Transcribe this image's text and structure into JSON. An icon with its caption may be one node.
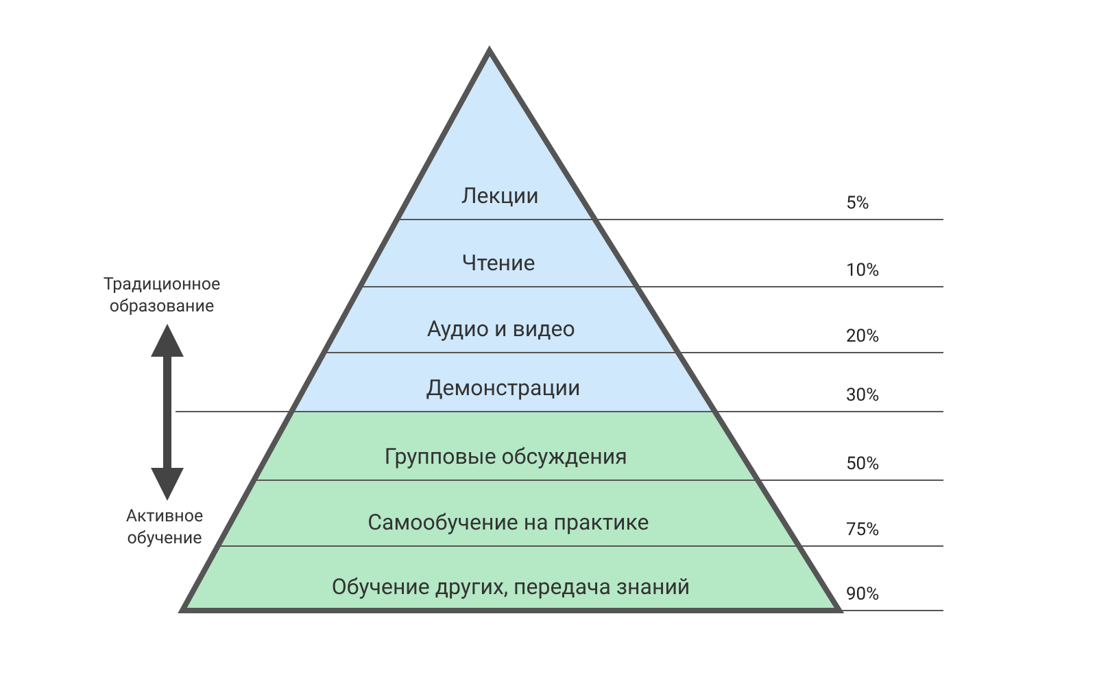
{
  "diagram": {
    "nodes": [
      {
        "text": [
          "Лекции"
        ]
      },
      {
        "text": [
          "Чтение"
        ]
      },
      {
        "text": [
          "Аудио и видео"
        ]
      },
      {
        "text": [
          "Демонстрации"
        ]
      },
      {
        "text": [
          "Групповые обсуждения"
        ]
      },
      {
        "text": [
          "Самообучение на практике"
        ]
      },
      {
        "text": [
          "Обучение других, передача знаний"
        ]
      },
      {
        "text": [
          "Традиционное образование"
        ]
      },
      {
        "text": [
          "Активное обучение"
        ]
      }
    ],
    "edges": [
      {
        "from": 7,
        "to": 8,
        "arrow": "both"
      }
    ],
    "labels": [
      "5%",
      "10%",
      "20%",
      "30%",
      "50%",
      "75%",
      "90%"
    ]
  }
}
